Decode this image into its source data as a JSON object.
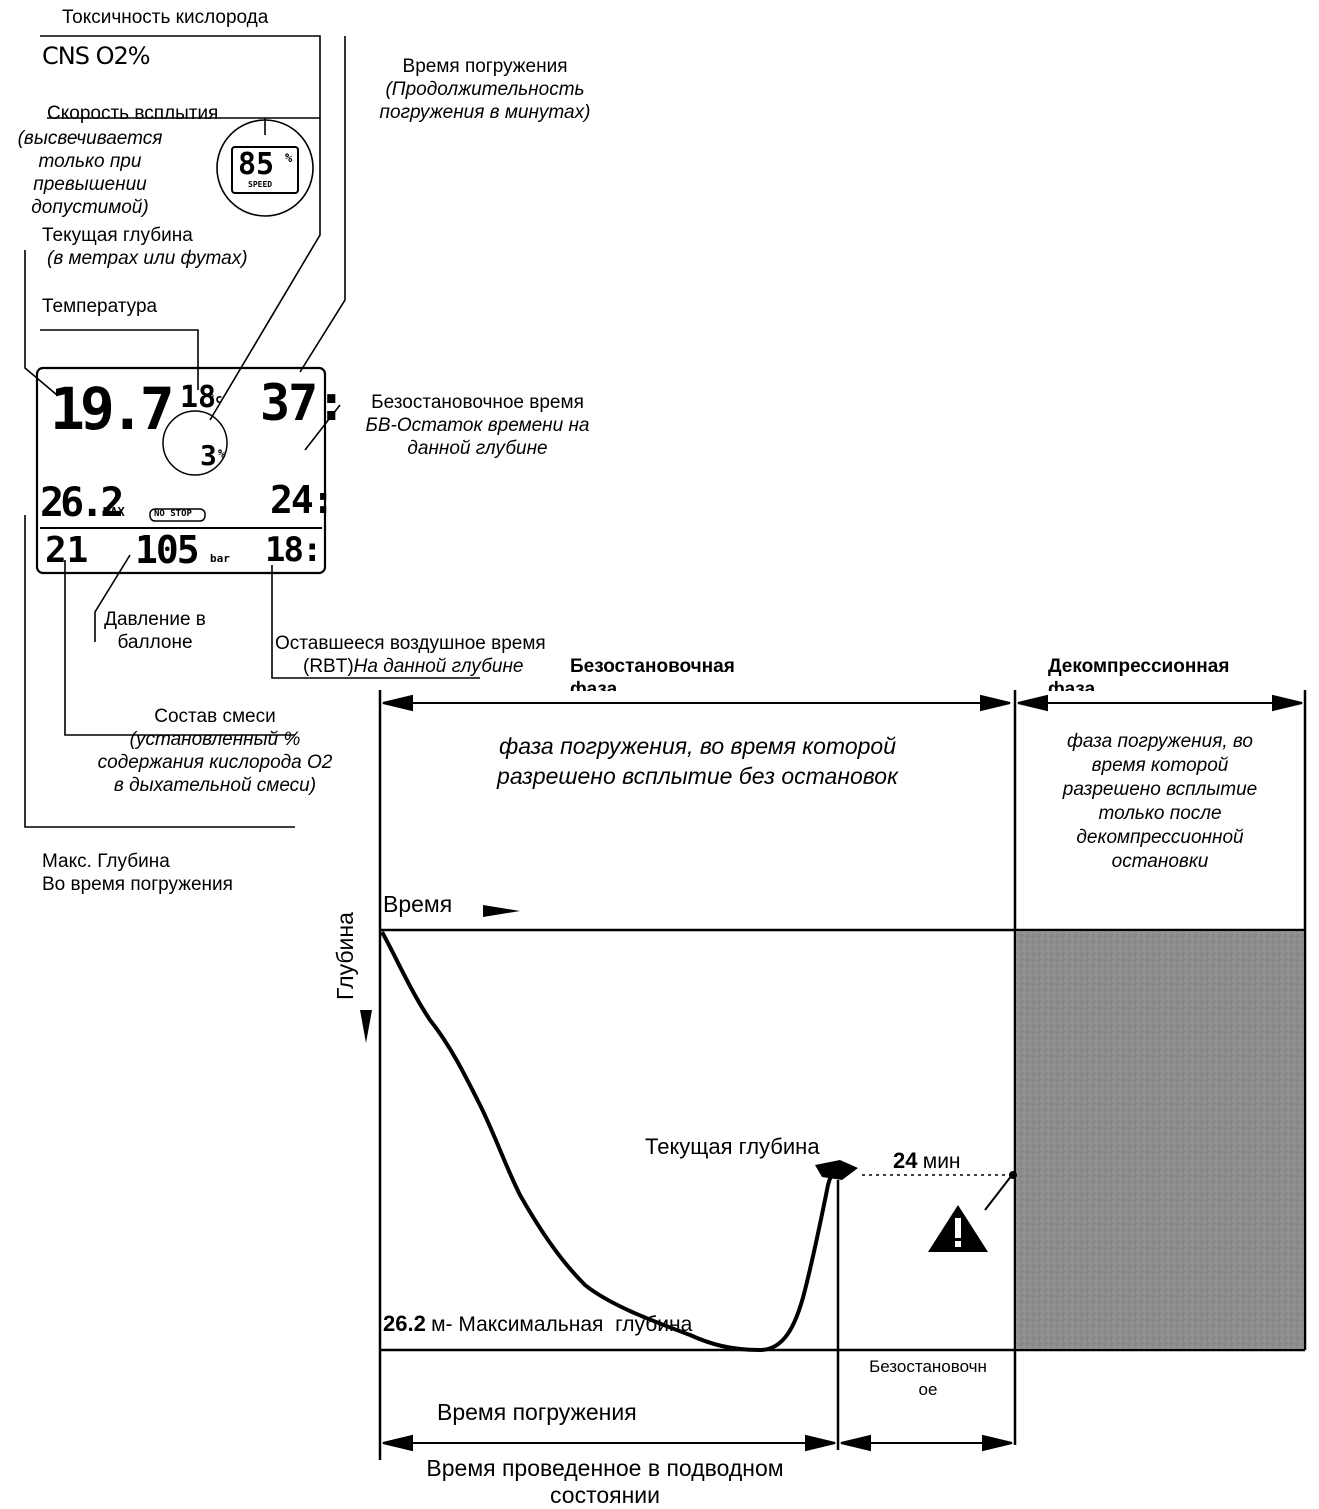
{
  "labels": {
    "oxygen_toxicity": "Токсичность кислорода",
    "cns_o2": "CNS O2%",
    "dive_time_title": "Время погружения",
    "dive_time_note": [
      "(Продолжительность",
      "погружения в минутах)"
    ],
    "ascent_speed_title": "Скорость всплытия",
    "ascent_speed_note": [
      "(высвечивается",
      "только при",
      "превышении",
      "допустимой)"
    ],
    "current_depth_title": "Текущая глубина",
    "current_depth_note": "(в метрах или футах)",
    "temperature": "Температура",
    "nodeco_title": "Безостановочное время",
    "nodeco_note": [
      "БВ-Остаток времени на",
      "данной глубине"
    ],
    "tank_pressure": [
      "Давление в",
      "баллоне"
    ],
    "rbt_title": "Оставшееся воздушное время",
    "rbt_prefix": "(RBT)",
    "rbt_note": "На данной глубине",
    "mix_title": "Состав смеси",
    "mix_note": [
      "(установленный %",
      "содержания кислорода О2",
      "в дыхательной смеси)"
    ],
    "max_depth": [
      "Макс. Глубина",
      "Во время погружения"
    ]
  },
  "display": {
    "depth": "19.7",
    "temperature": "18",
    "temperature_unit": "°c",
    "dive_time": "37:",
    "cns_value": "3",
    "cns_unit": "%",
    "nodeco_time": "24:",
    "max_depth": "26.2",
    "max_label": "MAX",
    "nostop_label": "NO STOP",
    "o2_mix": "21",
    "pressure": "105",
    "pressure_unit": "bar",
    "rbt": "18:",
    "speed_value": "85",
    "speed_unit": "%",
    "speed_label": "SPEED"
  },
  "chart": {
    "nostop_phase_title": [
      "Безостановочная",
      "фаза"
    ],
    "deco_phase_title": [
      "Декомпрессионная",
      "фаза"
    ],
    "nostop_phase_desc": [
      "фаза погружения, во время которой",
      "разрешено всплытие без остановок"
    ],
    "deco_phase_desc": [
      "фаза погружения, во",
      "время которой",
      "разрешено всплытие",
      "только после",
      "декомпрессионной",
      "остановки"
    ],
    "time_axis": "Время",
    "depth_axis": "Глубина",
    "current_depth": "Текущая глубина",
    "nodeco_value": "24",
    "nodeco_unit": "мин",
    "max_depth_value": "26.2",
    "max_depth_text": "м- Максимальная  глубина",
    "dive_time": "Время погружения",
    "nostop_short": [
      "Безостановочн",
      "ое"
    ],
    "underwater_time": [
      "Время проведенное в подводном",
      "состоянии"
    ]
  },
  "colors": {
    "deco_zone": "#8a8a8a",
    "line": "#000000"
  }
}
